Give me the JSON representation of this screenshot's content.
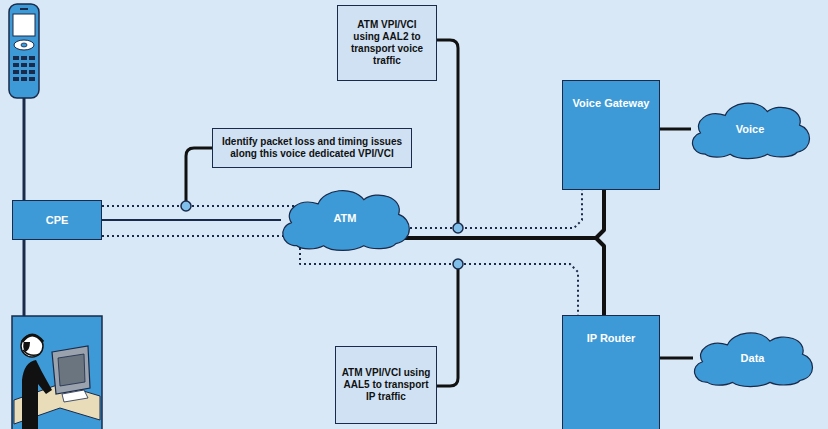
{
  "diagram": {
    "nodes": [
      {
        "text": [
          "ATM VPI/VCI using AAL2 to transport voice traffic"
        ]
      },
      {
        "text": [
          "Voice Gateway"
        ]
      },
      {
        "text": [
          "Voice"
        ]
      },
      {
        "text": [
          "Identify packet loss and timing issues along this voice dedicated VPI/VCI"
        ]
      },
      {
        "text": [
          "CPE"
        ]
      },
      {
        "text": [
          "ATM"
        ]
      },
      {
        "text": [
          "IP Router"
        ]
      },
      {
        "text": [
          "Data"
        ]
      },
      {
        "text": [
          "ATM VPI/VCI using AAL5 to transport IP traffic"
        ]
      }
    ],
    "edges": [
      {
        "from": 4,
        "to": 5,
        "arrow": "none"
      },
      {
        "from": 5,
        "to": 1,
        "arrow": "none"
      },
      {
        "from": 5,
        "to": 6,
        "arrow": "none"
      },
      {
        "from": 1,
        "to": 2,
        "arrow": "none"
      },
      {
        "from": 6,
        "to": 7,
        "arrow": "none"
      },
      {
        "from": 4,
        "to": 1,
        "arrow": "none"
      },
      {
        "from": 4,
        "to": 6,
        "arrow": "none"
      }
    ]
  }
}
